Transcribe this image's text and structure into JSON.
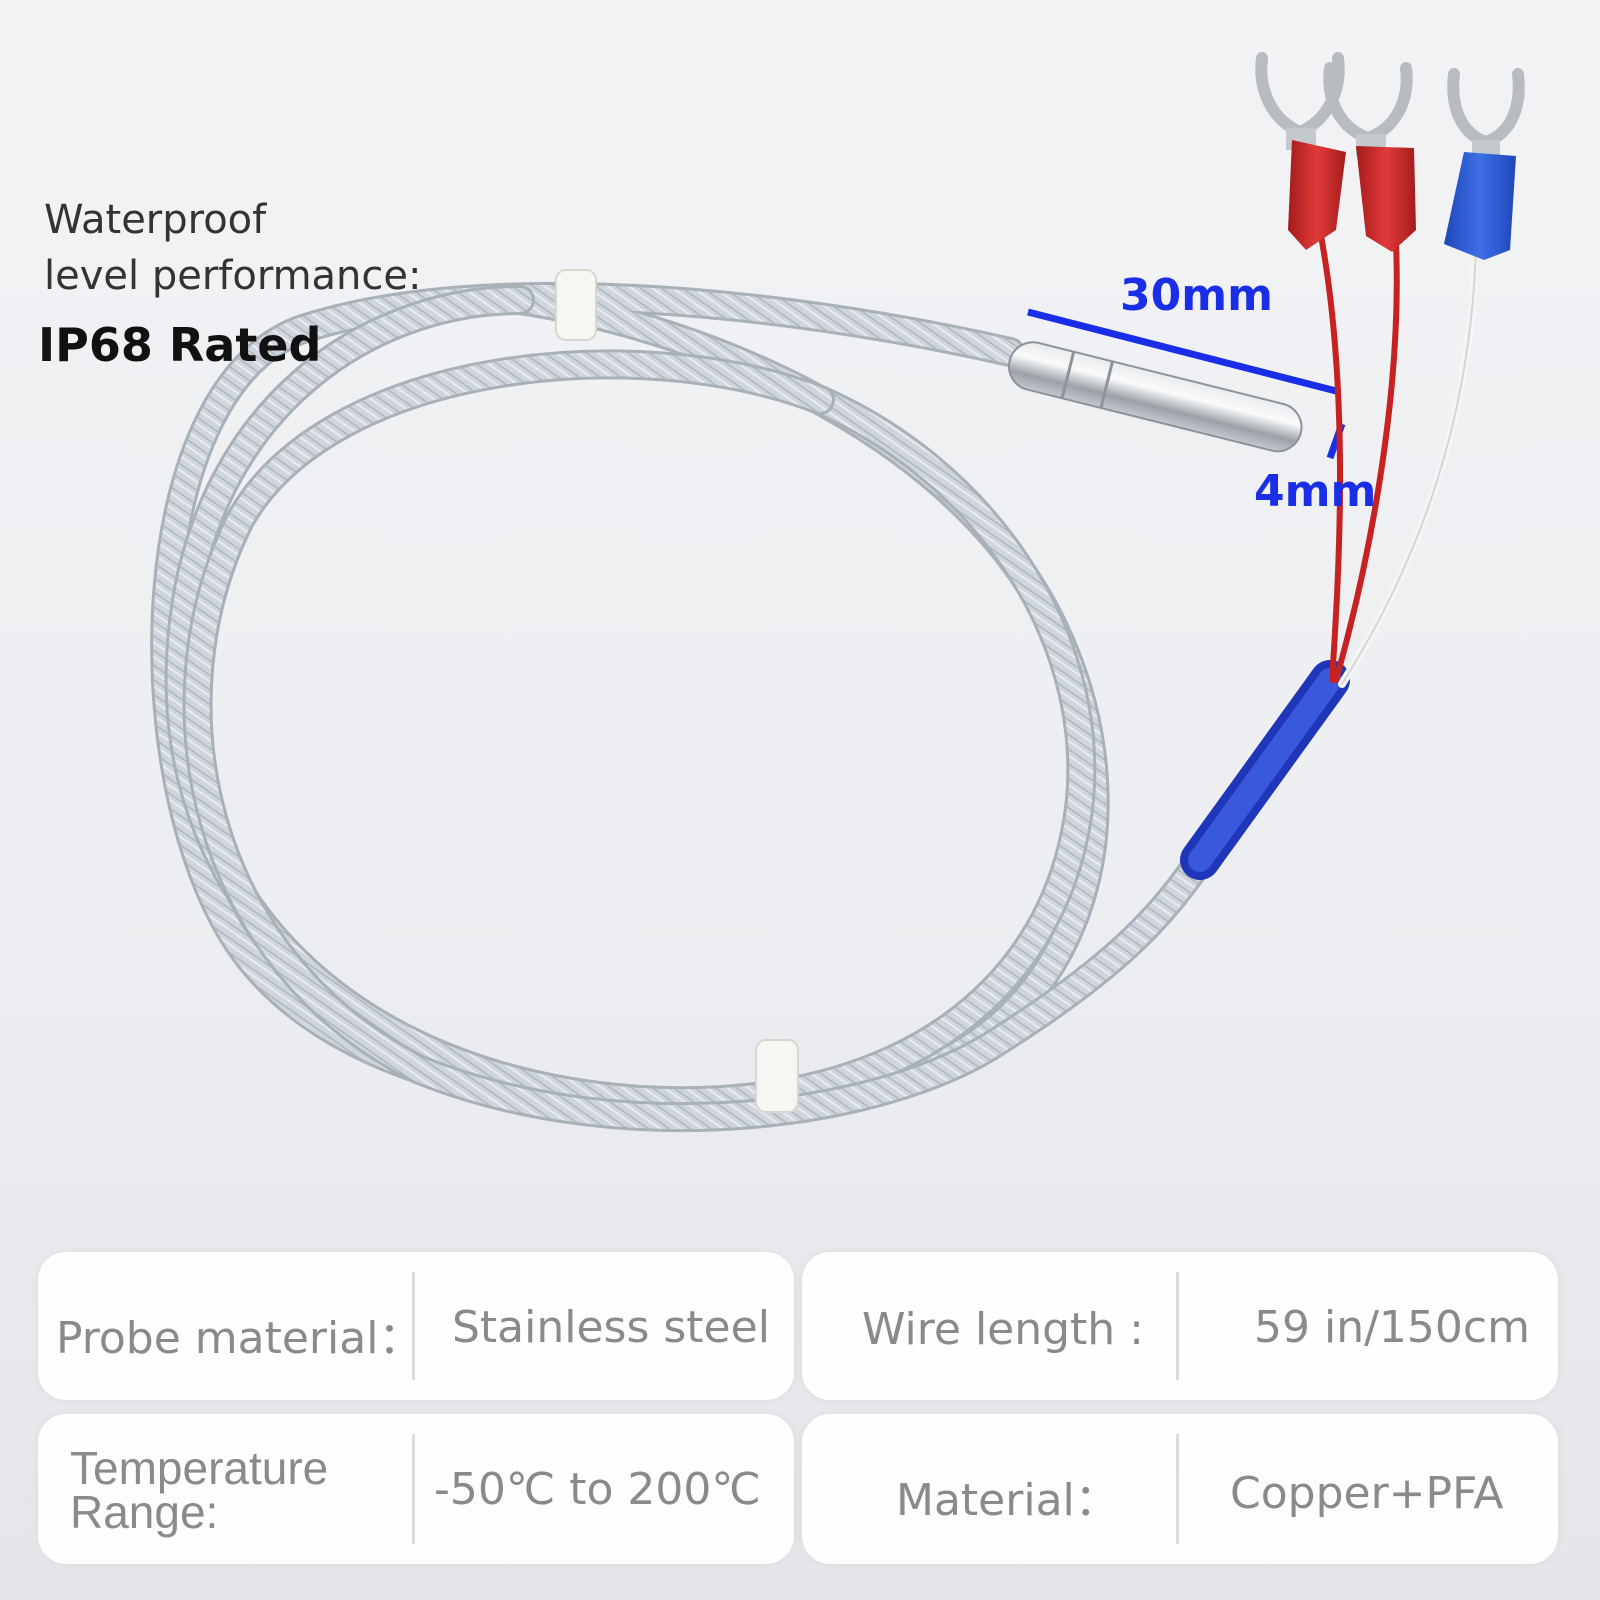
{
  "waterproof": {
    "line1": "Waterproof",
    "line2": "level performance:",
    "rating": "IP68 Rated"
  },
  "dimensions": {
    "length": "30mm",
    "diameter": "4mm"
  },
  "specs": [
    {
      "label": "Probe material：",
      "value": "Stainless steel"
    },
    {
      "label": "Wire length :",
      "value": "59 in/150cm"
    },
    {
      "label": "Temperature Range:",
      "value": "-50℃ to 200℃"
    },
    {
      "label": "Material：",
      "value": "Copper+PFA"
    }
  ],
  "colors": {
    "dimension_blue": "#1a2ee8",
    "wire_red": "#d42a2a",
    "terminal_blue": "#2a5ad6",
    "sleeve_blue": "#2740c8",
    "braid_silver": "#c9cfd6"
  }
}
